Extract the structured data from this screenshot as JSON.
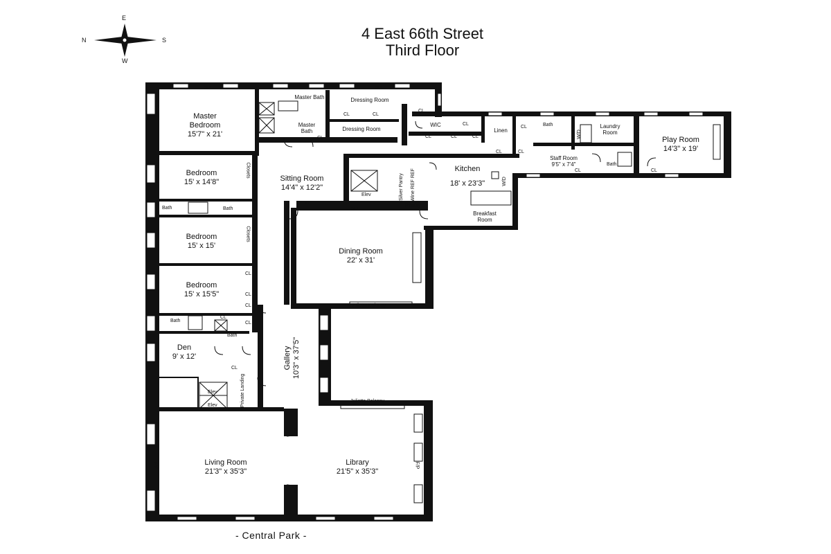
{
  "title": {
    "line1": "4 East 66th Street",
    "line2": "Third Floor"
  },
  "compass": {
    "n": "N",
    "e": "E",
    "s": "S",
    "w": "W"
  },
  "footer": "- Central Park -",
  "rooms": {
    "master_bedroom": {
      "name": "Master Bedroom",
      "dims": "15'7\" x 21'"
    },
    "bedroom1": {
      "name": "Bedroom",
      "dims": "15' x 14'8\""
    },
    "bedroom2": {
      "name": "Bedroom",
      "dims": "15' x 15'"
    },
    "bedroom3": {
      "name": "Bedroom",
      "dims": "15' x 15'5\""
    },
    "den": {
      "name": "Den",
      "dims": "9' x 12'"
    },
    "sitting_room": {
      "name": "Sitting Room",
      "dims": "14'4\" x 12'2\""
    },
    "kitchen": {
      "name": "Kitchen",
      "dims": "18' x 23'3\""
    },
    "dining_room": {
      "name": "Dining Room",
      "dims": "22' x 31'"
    },
    "gallery": {
      "name": "Gallery",
      "dims": "10'3\" x 37'5\""
    },
    "living_room": {
      "name": "Living Room",
      "dims": "21'3\" x 35'3\""
    },
    "library": {
      "name": "Library",
      "dims": "21'5\" x 35'3\""
    },
    "play_room": {
      "name": "Play Room",
      "dims": "14'3\" x 19'"
    },
    "staff_room": {
      "name": "Staff Room",
      "dims": "9'5\" x 7'4\""
    },
    "master_bath": {
      "name": "Master Bath"
    },
    "master_bath2": {
      "name": "Master Bath"
    },
    "dressing_room1": {
      "name": "Dressing Room"
    },
    "dressing_room2": {
      "name": "Dressing Room"
    },
    "laundry_room": {
      "name": "Laundry Room"
    },
    "breakfast_room": {
      "name": "Breakfast Room"
    },
    "linen": {
      "name": "Linen"
    },
    "wic": {
      "name": "WIC"
    },
    "pantry": {
      "name": "Pantry"
    },
    "silver_pantry": {
      "name": "Silver Pantry"
    },
    "wine_ref": {
      "name": "Wine REF REF"
    },
    "private_landing": {
      "name": "Private Landing"
    }
  },
  "labels": {
    "cl": "CL",
    "bath": "Bath",
    "elev": "Elev",
    "fp": "F/P",
    "closets": "Closets",
    "juliette_balcony": "Juliette Balcony",
    "wd": "W/D"
  }
}
